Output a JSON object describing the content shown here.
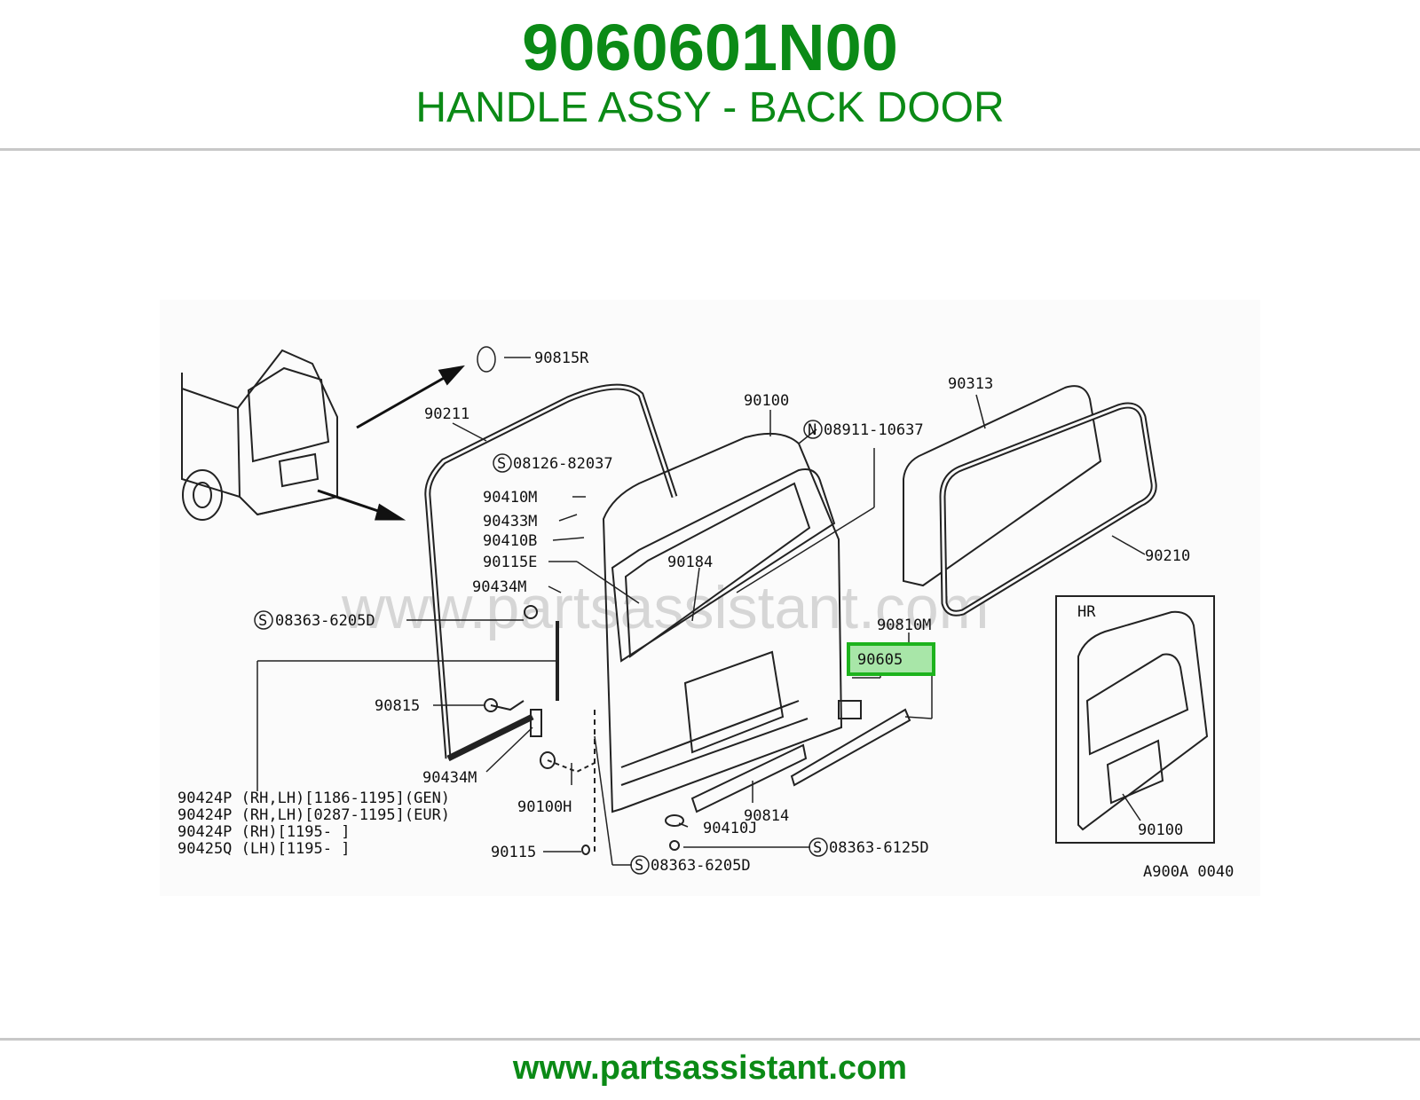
{
  "header": {
    "part_number": "9060601N00",
    "part_name": "HANDLE ASSY - BACK DOOR"
  },
  "diagram": {
    "watermark": "www.partsassistant.com",
    "figure_code": "A900A 0040",
    "inset_label": "HR",
    "highlight_label": "90605",
    "labels": {
      "l90815R": "90815R",
      "l90211": "90211",
      "l90100": "90100",
      "l90313": "90313",
      "l08911": "08911-10637",
      "l08126": "08126-82037",
      "l90410M": "90410M",
      "l90433M": "90433M",
      "l90410B": "90410B",
      "l90115E": "90115E",
      "l90184": "90184",
      "l90210": "90210",
      "l90434M_a": "90434M",
      "l08363_a": "08363-6205D",
      "l90810M": "90810M",
      "l90815": "90815",
      "l90434M_b": "90434M",
      "l90100H": "90100H",
      "l90814": "90814",
      "l90410J": "90410J",
      "l08363_b": "08363-6125D",
      "l90115": "90115",
      "l08363_c": "08363-6205D",
      "l90100_inset": "90100",
      "note1": "90424P (RH,LH)[1186-1195](GEN)",
      "note2": "90424P (RH,LH)[0287-1195](EUR)",
      "note3": "90424P (RH)[1195-      ]",
      "note4": "90425Q (LH)[1195-      ]"
    },
    "symbols": {
      "s": "S",
      "n": "N"
    },
    "highlight_color": "#1db31d"
  },
  "footer": {
    "url": "www.partsassistant.com"
  }
}
